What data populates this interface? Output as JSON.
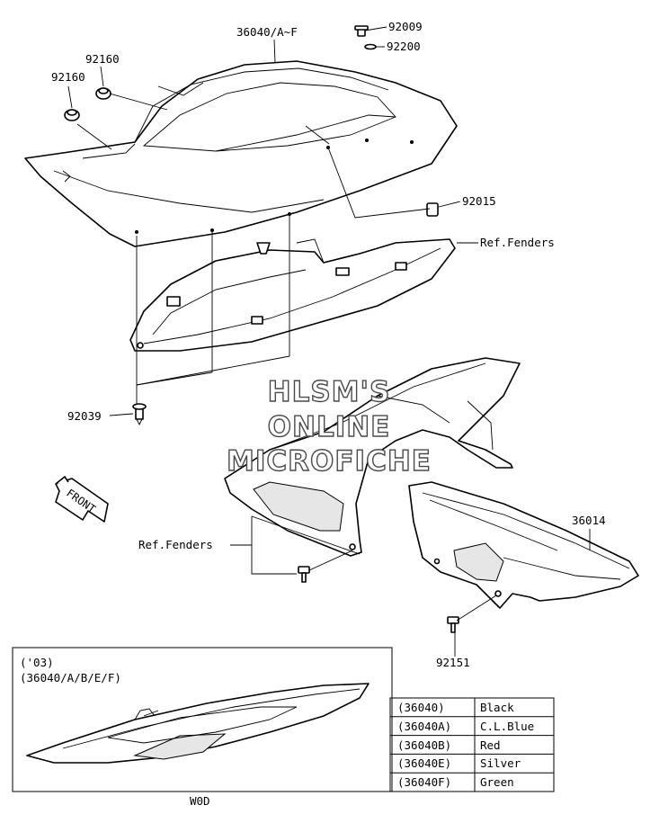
{
  "callouts": {
    "p92009": "92009",
    "p36040": "36040/A~F",
    "p92200": "92200",
    "p92160a": "92160",
    "p92160b": "92160",
    "p92015": "92015",
    "ref_fenders_top": "Ref.Fenders",
    "p92039": "92039",
    "p36014": "36014",
    "ref_fenders_mid": "Ref.Fenders",
    "p92151": "92151"
  },
  "front_arrow": "FRONT",
  "watermark": {
    "line1": "HLSM'S",
    "line2": "ONLINE",
    "line3": "MICROFICHE"
  },
  "inset": {
    "year_note": "('03)",
    "models_note": "(36040/A/B/E/F)"
  },
  "color_table": [
    {
      "code": "(36040)",
      "color": "Black"
    },
    {
      "code": "(36040A)",
      "color": "C.L.Blue"
    },
    {
      "code": "(36040B)",
      "color": "Red"
    },
    {
      "code": "(36040E)",
      "color": "Silver"
    },
    {
      "code": "(36040F)",
      "color": "Green"
    }
  ],
  "footer_code": "W0D"
}
